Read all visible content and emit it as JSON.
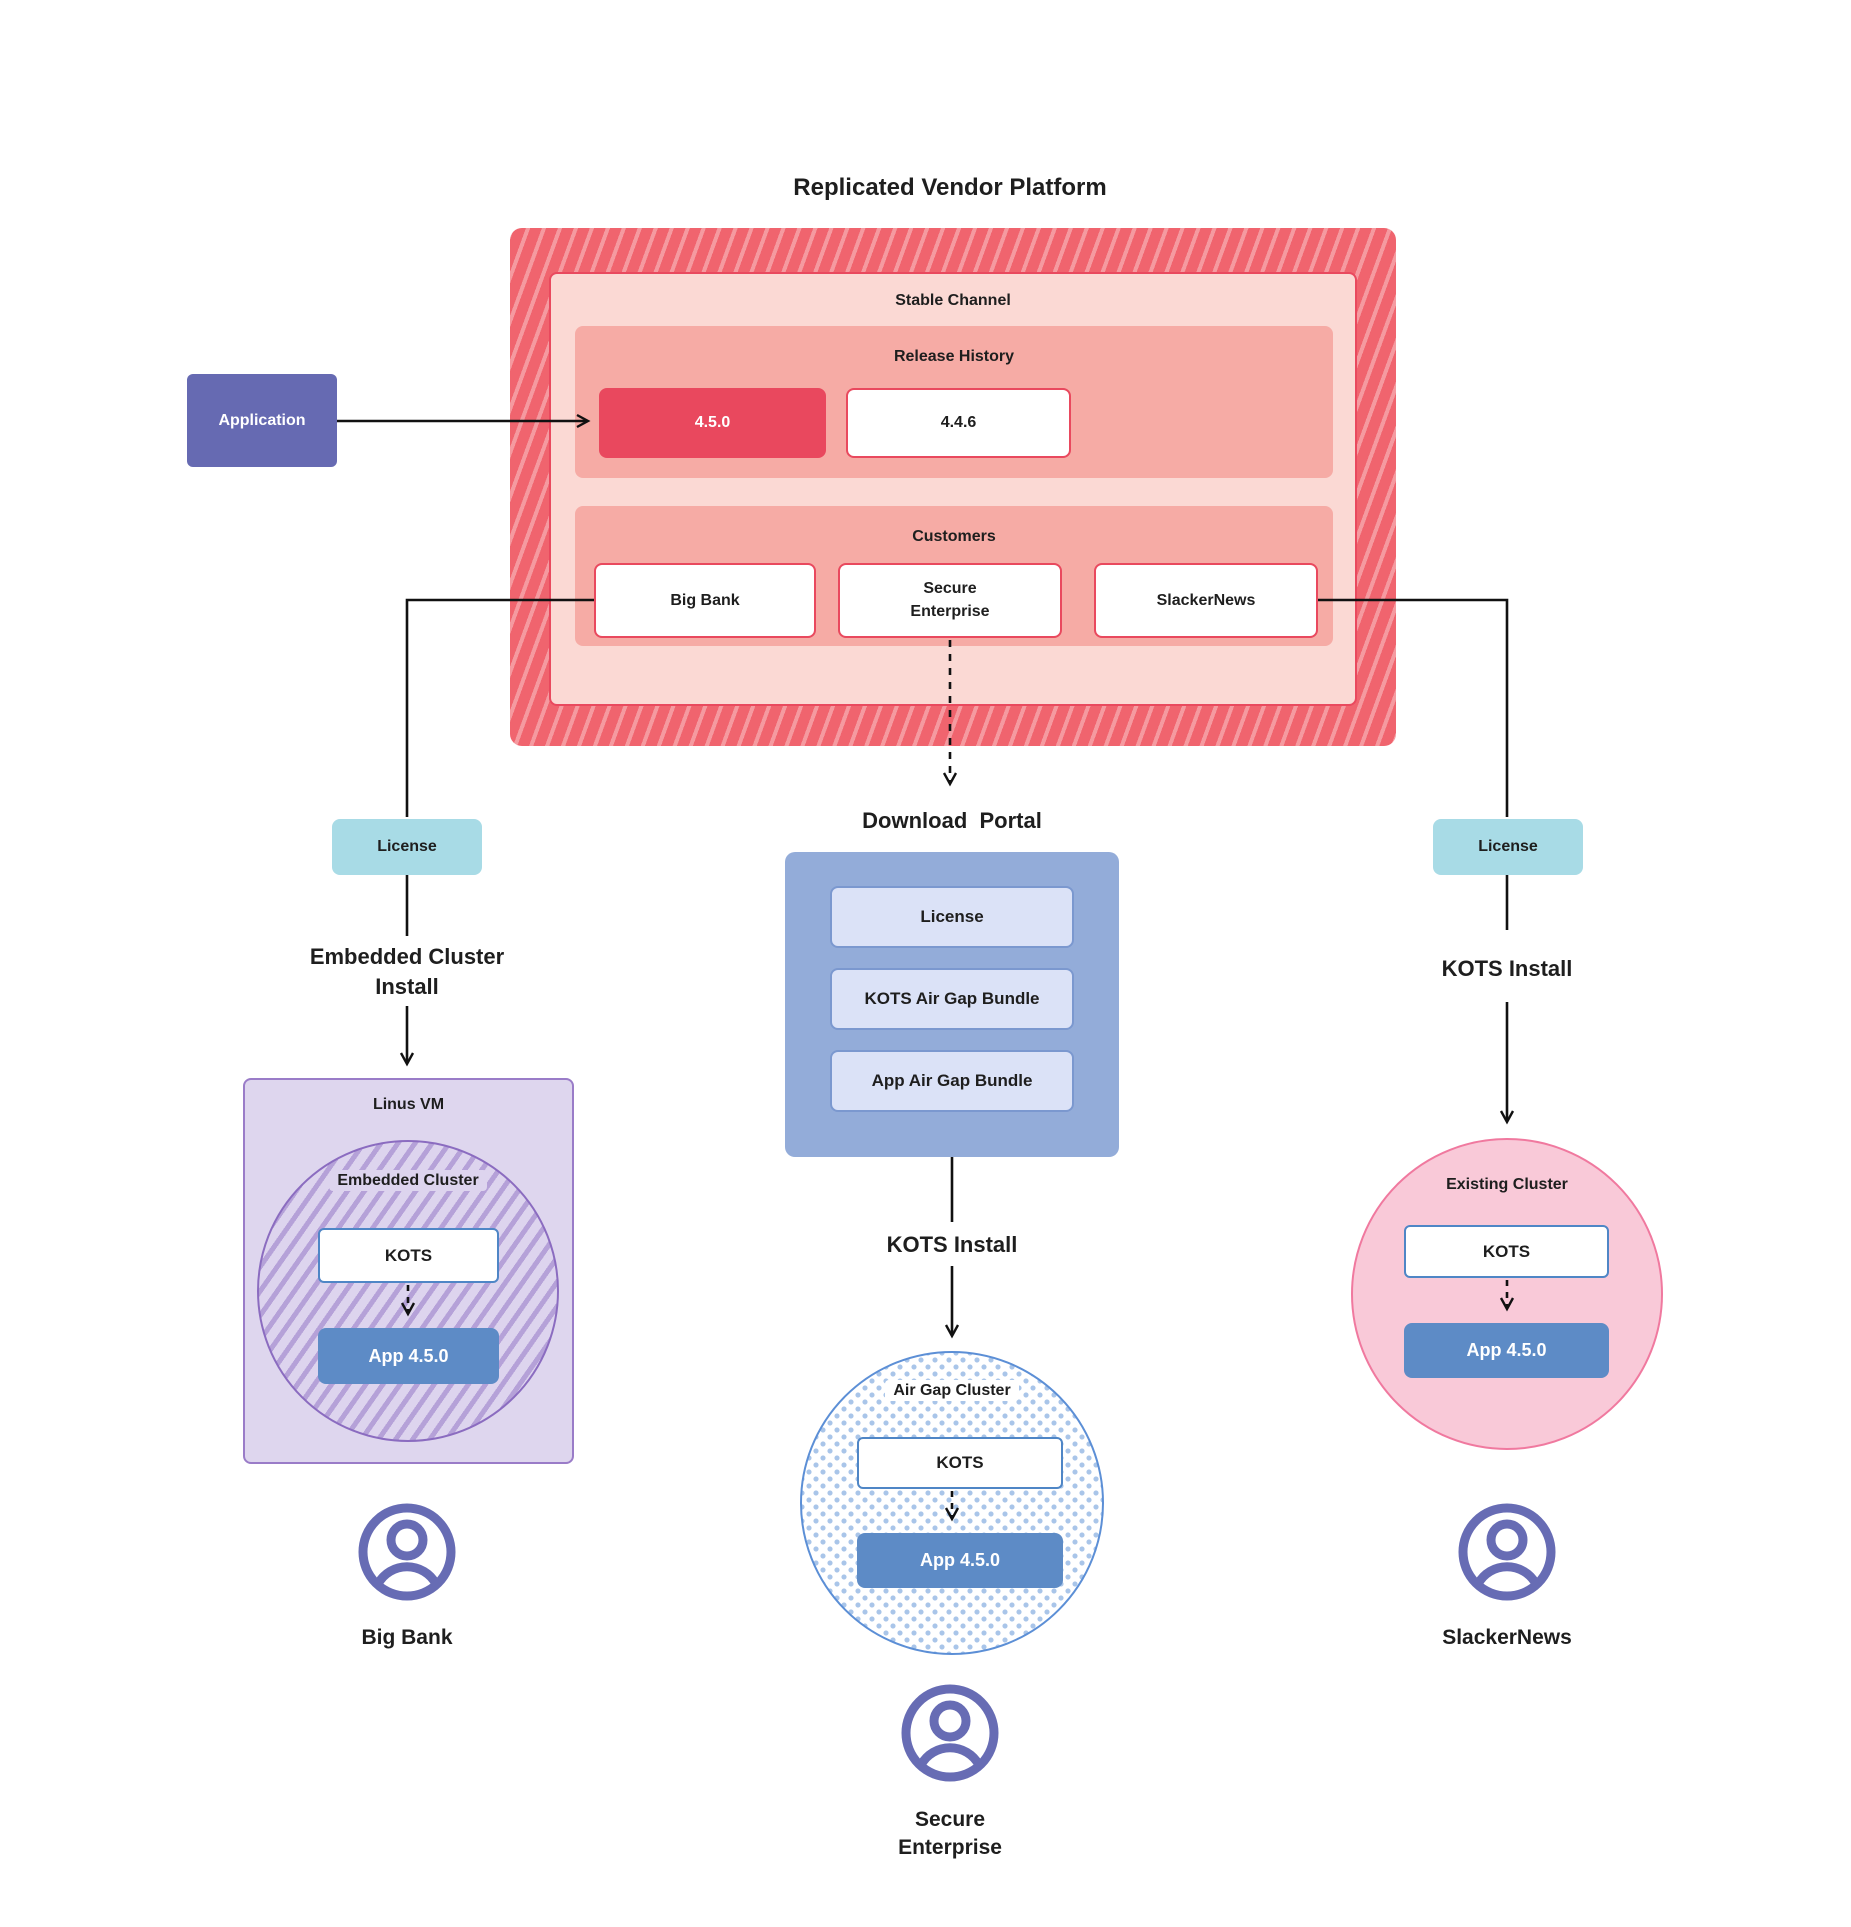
{
  "title": "Replicated Vendor Platform",
  "colors": {
    "platform_hatch_base": "#f0646e",
    "platform_hatch_stripe": "#f59aa0",
    "stable_channel_bg": "#fbd9d4",
    "red_border": "#e9495e",
    "section_bg": "#f6aba5",
    "release_highlight_bg": "#e9485e",
    "application_bg": "#666ab2",
    "license_bg": "#a8dbe6",
    "portal_bg": "#93acd9",
    "portal_chip_bg": "#dbe2f7",
    "vm_bg": "#ded6ee",
    "vm_border": "#9a7cc8",
    "embedded_stripe": "#b5a1d8",
    "kots_border": "#4f86c6",
    "app_bg": "#5d8bc6",
    "airgap_dot": "#a9c5e9",
    "existing_bg": "#f9c9d8",
    "existing_border": "#f0799f",
    "user_icon": "#676cb4",
    "line": "#111111"
  },
  "platform": {
    "stable_channel": {
      "label": "Stable Channel",
      "release_history": {
        "label": "Release History",
        "releases": [
          "4.5.0",
          "4.4.6"
        ]
      },
      "customers": {
        "label": "Customers",
        "items": [
          "Big Bank",
          "Secure Enterprise",
          "SlackerNews"
        ]
      }
    }
  },
  "application": {
    "label": "Application"
  },
  "flows": {
    "left": {
      "license": "License",
      "install": "Embedded Cluster Install",
      "vm": "Linus VM",
      "cluster": "Embedded Cluster",
      "kots": "KOTS",
      "app": "App 4.5.0",
      "user": "Big Bank"
    },
    "middle": {
      "portal_title": "Download  Portal",
      "portal_items": [
        "License",
        "KOTS Air Gap Bundle",
        "App Air Gap Bundle"
      ],
      "install": "KOTS Install",
      "cluster": "Air Gap Cluster",
      "kots": "KOTS",
      "app": "App 4.5.0",
      "user": "Secure Enterprise"
    },
    "right": {
      "license": "License",
      "install": "KOTS Install",
      "cluster": "Existing Cluster",
      "kots": "KOTS",
      "app": "App 4.5.0",
      "user": "SlackerNews"
    }
  }
}
